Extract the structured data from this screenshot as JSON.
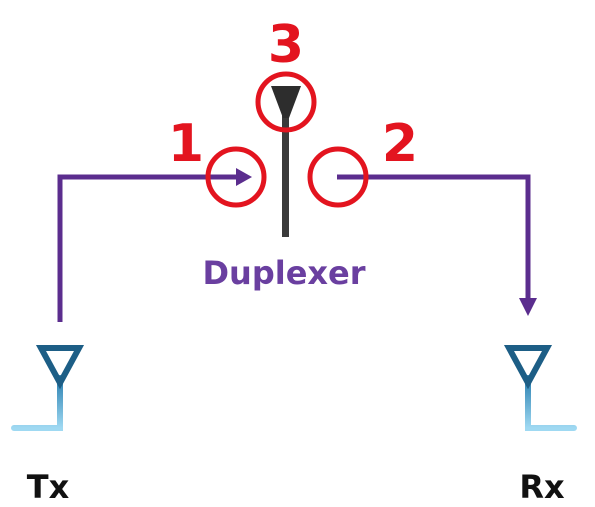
{
  "diagram": {
    "center_label": "Duplexer",
    "ports": [
      {
        "number": "1"
      },
      {
        "number": "2"
      },
      {
        "number": "3"
      }
    ],
    "tx_label": "Tx",
    "rx_label": "Rx"
  },
  "colors": {
    "signal_line": "#5b2d8e",
    "duplexer_label": "#6a3fa0",
    "port_marker": "#e3141f",
    "duplexer_body": "#3a3a3a",
    "antenna_head": "#1d5e86",
    "antenna_stem": "#8fd0ee",
    "terminal_label": "#111111"
  }
}
